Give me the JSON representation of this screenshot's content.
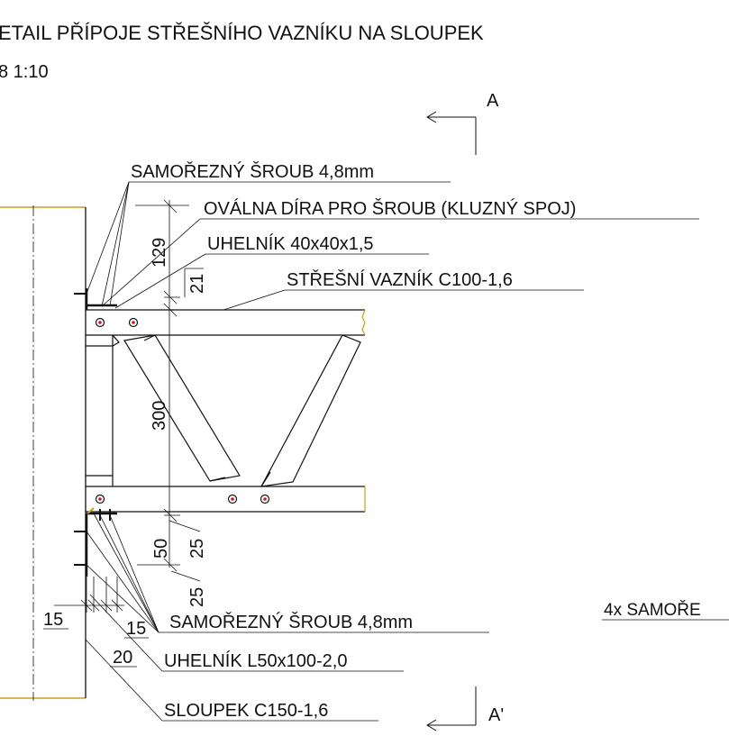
{
  "title": {
    "line1": "ETAIL PŘÍPOJE STŘEŠNÍHO VAZNÍKU NA SLOUPEK",
    "line2": "8 1:10"
  },
  "section_marks": {
    "top": "A",
    "bottom": "A'"
  },
  "callouts": {
    "screw_top": "SAMOŘEZNÝ ŠROUB 4,8mm",
    "oval_hole": "OVÁLNA DÍRA PRO ŠROUB (KLUZNÝ SPOJ)",
    "angle_top": "UHELNÍK 40x40x1,5",
    "truss": "STŘEŠNÍ VAZNÍK C100-1,6",
    "screw_bottom": "SAMOŘEZNÝ ŠROUB 4,8mm",
    "angle_bottom": "UHELNÍK L50x100-2,0",
    "column": "SLOUPEK C150-1,6",
    "right_note": "4x SAMOŘE"
  },
  "dimensions": {
    "d129": "129",
    "d21": "21",
    "d300": "300",
    "d25a": "25",
    "d50": "50",
    "d25b": "25",
    "d15a": "15",
    "d15b": "15",
    "d20": "20"
  },
  "colors": {
    "line": "#111111",
    "accent": "#c8a020",
    "screw": "#cc1a1a"
  }
}
